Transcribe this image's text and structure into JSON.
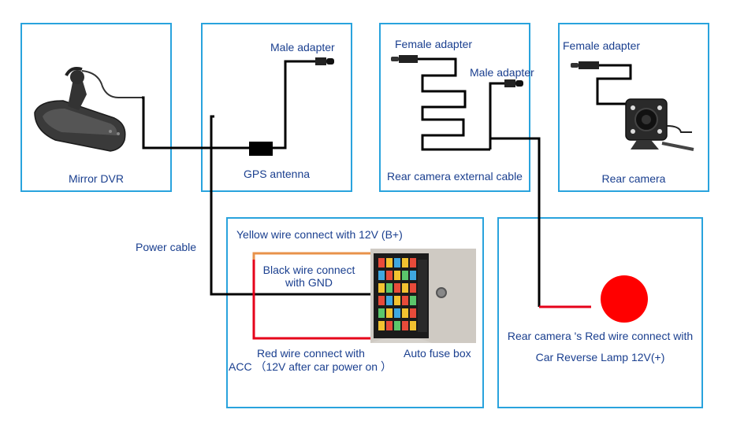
{
  "panels": {
    "mirror_dvr": {
      "label": "Mirror DVR"
    },
    "gps": {
      "label": "GPS antenna",
      "adapter_label": "Male adapter"
    },
    "ext_cable": {
      "label": "Rear camera external cable",
      "female_label": "Female adapter",
      "male_label": "Male adapter"
    },
    "rear_camera": {
      "label": "Rear camera",
      "adapter_label": "Female adapter"
    },
    "fuse": {
      "yellow_label": "Yellow wire connect with 12V  (B+)",
      "black_label_1": "Black wire connect",
      "black_label_2": "with GND",
      "red_label_1": "Red wire connect with",
      "red_label_2": "ACC （12V after car power on ）",
      "fuse_label": "Auto fuse box"
    },
    "reverse": {
      "label_1": "Rear camera 's Red wire connect with",
      "label_2": "Car Reverse Lamp 12V(+)"
    }
  },
  "power_cable_label": "Power cable",
  "colors": {
    "panel_border": "#29a3dd",
    "label_text": "#1a3f8f",
    "wire_black": "#000000",
    "wire_red": "#e6001a",
    "wire_orange": "#e8924a",
    "lamp_red": "#ff0000"
  }
}
